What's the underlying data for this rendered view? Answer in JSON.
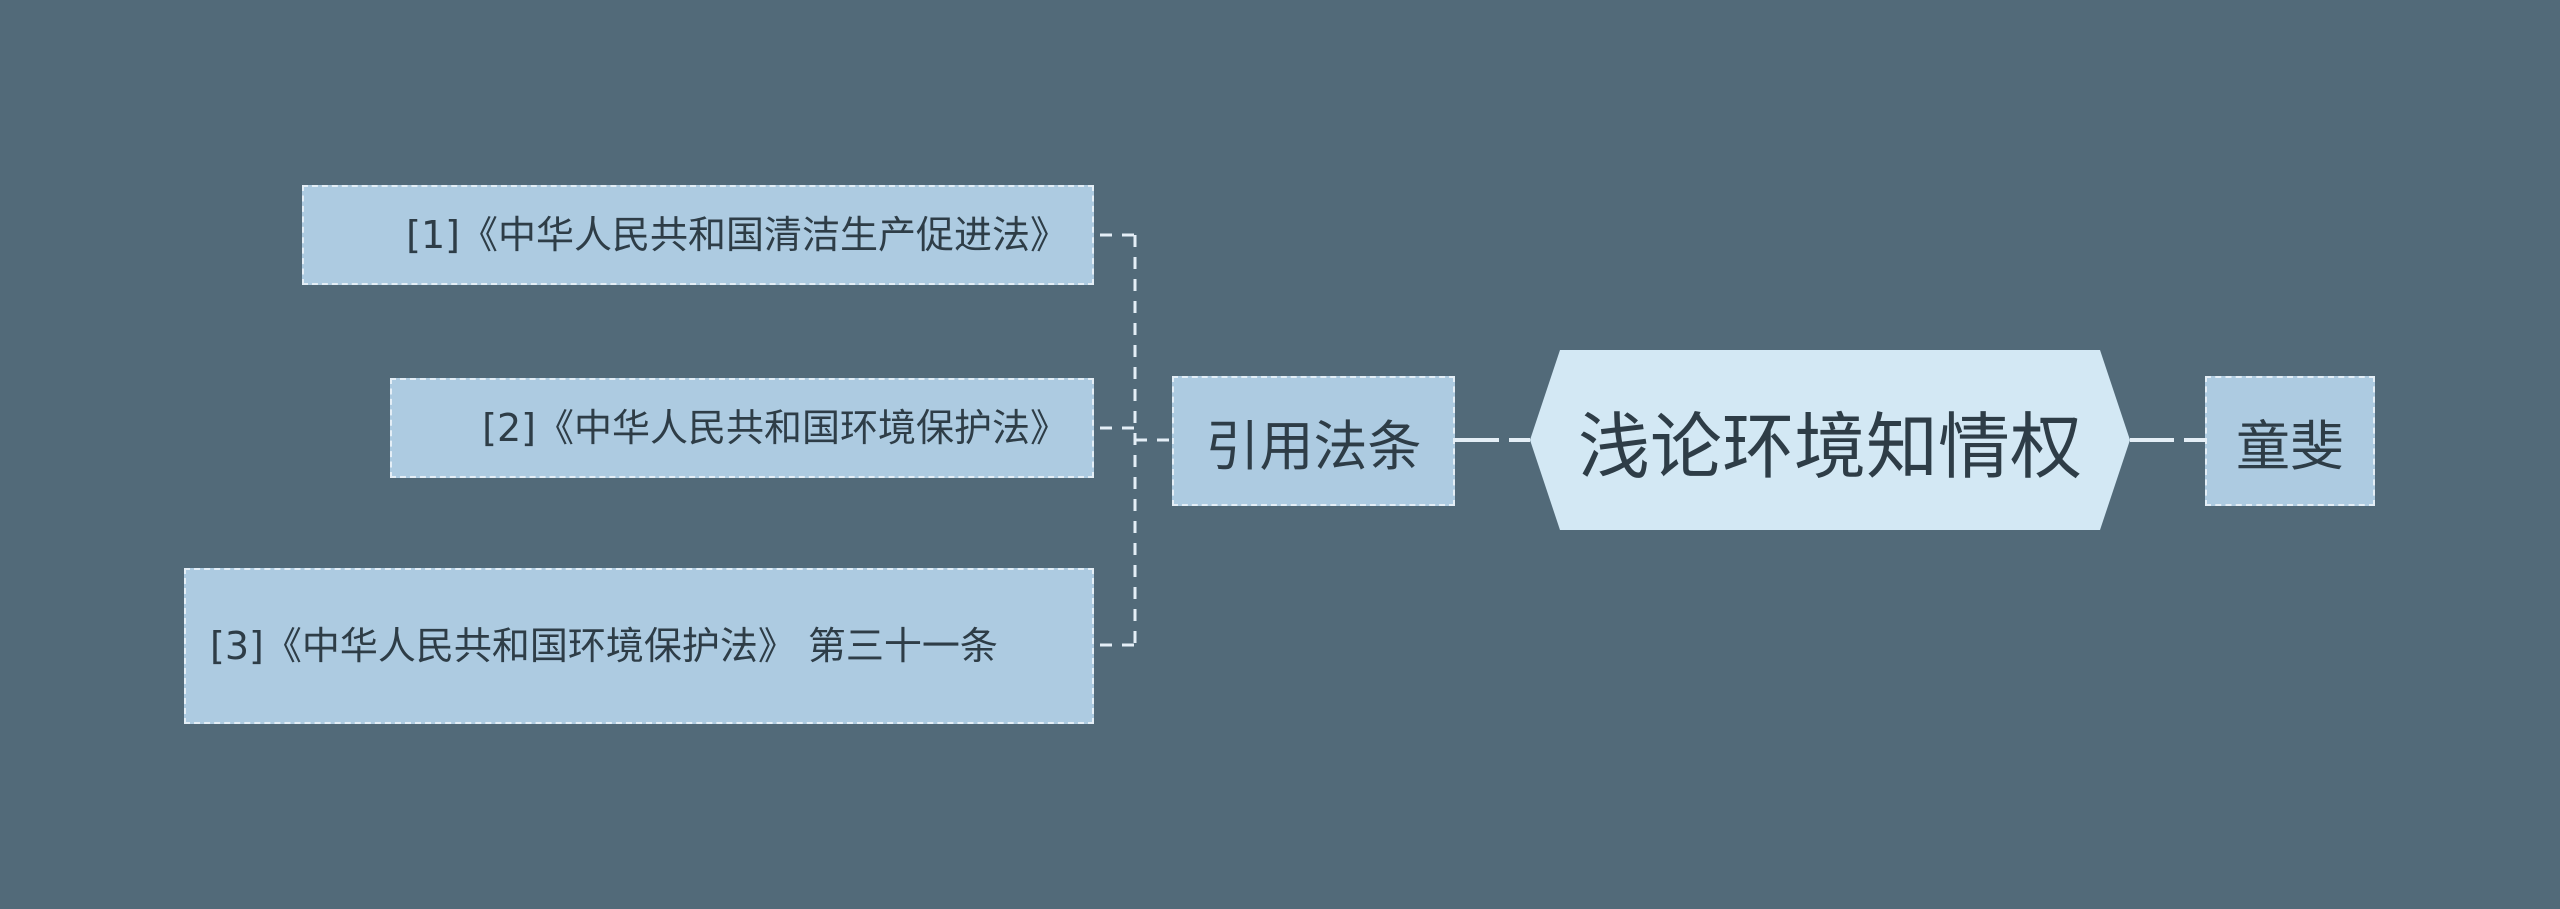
{
  "root": {
    "label": "浅论环境知情权"
  },
  "branch": {
    "label": "引用法条"
  },
  "author": {
    "label": "童斐"
  },
  "references": [
    {
      "label": "[1]《中华人民共和国清洁生产促进法》"
    },
    {
      "label": "[2]《中华人民共和国环境保护法》"
    },
    {
      "label": "[3]《中华人民共和国环境保护法》 第三十一条"
    }
  ],
  "colors": {
    "background": "#526a79",
    "node_fill": "#adcbe1",
    "root_fill": "#d3e8f4",
    "connector": "#e4eef6",
    "text": "#2e3d47"
  }
}
